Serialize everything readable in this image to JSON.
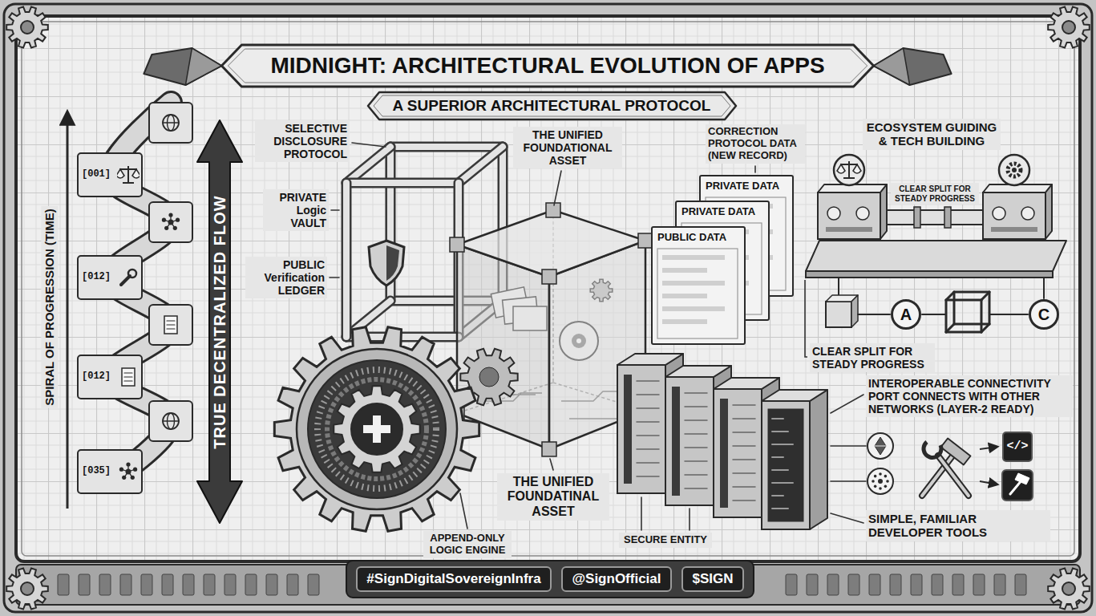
{
  "diagram": {
    "title": "MIDNIGHT: ARCHITECTURAL EVOLUTION OF APPS",
    "nodes": [
      {
        "text": [
          "A SUPERIOR ARCHITECTURAL PROTOCOL"
        ]
      },
      {
        "text": [
          "[001]"
        ]
      },
      {
        "text": [
          "[012]"
        ]
      },
      {
        "text": [
          "[012]"
        ]
      },
      {
        "text": [
          "[035]"
        ]
      },
      {
        "text": [
          "TRUE DECENTRALIZED FLOW"
        ]
      },
      {
        "text": [
          "PRIVATE DATA"
        ]
      },
      {
        "text": [
          "PRIVATE DATA"
        ]
      },
      {
        "text": [
          "PUBLIC DATA"
        ]
      },
      {
        "text": [
          "A"
        ]
      },
      {
        "text": [
          "C"
        ]
      },
      {
        "text": [
          "</>"
        ]
      },
      {
        "text": [
          "#SignDigitalSovereignInfra"
        ]
      },
      {
        "text": [
          "@SignOfficial"
        ]
      },
      {
        "text": [
          "$SIGN"
        ]
      }
    ],
    "labels": [
      "SPIRAL OF PROGRESSION (TIME)",
      "SELECTIVE DISCLOSURE PROTOCOL",
      "PRIVATE Logic VAULT",
      "PUBLIC Verification LEDGER",
      "THE UNIFIED FOUNDATIONAL ASSET",
      "CORRECTION PROTOCOL DATA (NEW RECORD)",
      "ECOSYSTEM GUIDING & TECH BUILDING",
      "CLEAR SPLIT FOR STEADY PROGRESS",
      "CLEAR SPLIT FOR STEADY PROGRESS",
      "INTEROPERABLE CONNECTIVITY PORT CONNECTS WITH OTHER NETWORKS (LAYER-2 READY)",
      "SIMPLE, FAMILIAR DEVELOPER TOOLS",
      "APPEND-ONLY LOGIC ENGINE",
      "THE UNIFIED FOUNDATINAL ASSET",
      "SECURE ENTITY"
    ]
  }
}
